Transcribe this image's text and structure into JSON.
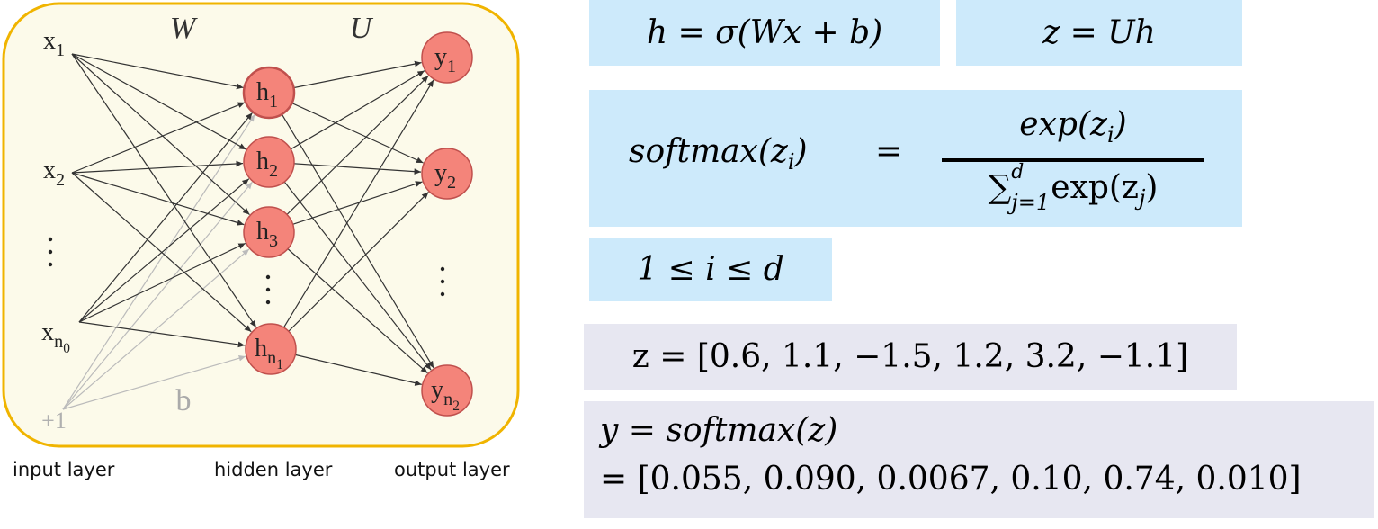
{
  "diagram": {
    "weight_labels": {
      "input_to_hidden": "W",
      "hidden_to_output": "U",
      "bias": "b"
    },
    "input_nodes": [
      {
        "base": "x",
        "sub": "1",
        "subsub": ""
      },
      {
        "base": "x",
        "sub": "2",
        "subsub": ""
      },
      {
        "base": "x",
        "sub": "n",
        "subsub": "0"
      }
    ],
    "bias_node": "+1",
    "hidden_nodes": [
      {
        "base": "h",
        "sub": "1",
        "subsub": ""
      },
      {
        "base": "h",
        "sub": "2",
        "subsub": ""
      },
      {
        "base": "h",
        "sub": "3",
        "subsub": ""
      },
      {
        "base": "h",
        "sub": "n",
        "subsub": "1"
      }
    ],
    "output_nodes": [
      {
        "base": "y",
        "sub": "1",
        "subsub": ""
      },
      {
        "base": "y",
        "sub": "2",
        "subsub": ""
      },
      {
        "base": "y",
        "sub": "n",
        "subsub": "2"
      }
    ],
    "layer_labels": {
      "input": "input layer",
      "hidden": "hidden layer",
      "output": "output layer"
    },
    "colors": {
      "frame_border": "#f0b400",
      "frame_fill": "#fcfaea",
      "node_fill": "#f4847a",
      "node_stroke": "#c0504d",
      "edge": "#333333",
      "bias_edge": "#bbbbbb"
    }
  },
  "formulas": {
    "hidden": {
      "lhs": "h",
      "eq": "=",
      "rhs": "σ(Wx + b)"
    },
    "output": {
      "lhs": "z",
      "eq": "=",
      "rhs": "Uh"
    },
    "softmax": {
      "lhs_fn": "softmax(z",
      "lhs_sub": "i",
      "lhs_close": ")",
      "eq": "=",
      "num_fn": "exp(z",
      "num_sub": "i",
      "num_close": ")",
      "den_sum": "∑",
      "den_sum_sub": "j=1",
      "den_sum_sup": "d",
      "den_fn": "exp(z",
      "den_sub": "j",
      "den_close": ")"
    },
    "range": "1 ≤ i ≤ d",
    "z_vector": "z = [0.6, 1.1, −1.5, 1.2, 3.2, −1.1]",
    "y_line1": "y = softmax(z)",
    "y_line2": "= [0.055, 0.090, 0.0067, 0.10, 0.74, 0.010]"
  },
  "colors": {
    "blue_box": "#cdeafb",
    "grey_box": "#e7e7f1"
  }
}
